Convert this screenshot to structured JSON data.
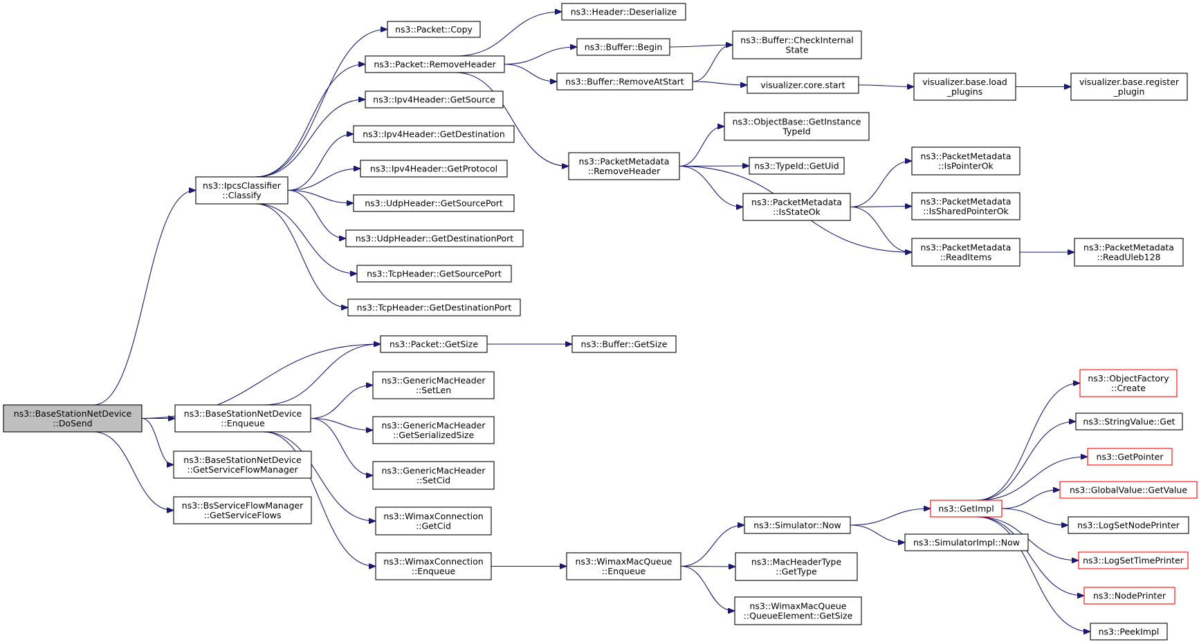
{
  "nodes": {
    "dosend": {
      "lines": [
        "ns3::BaseStationNetDevice",
        "::DoSend"
      ],
      "root": true
    },
    "classify": {
      "lines": [
        "ns3::IpcsClassifier",
        "::Classify"
      ]
    },
    "enqueue": {
      "lines": [
        "ns3::BaseStationNetDevice",
        "::Enqueue"
      ]
    },
    "getsfm": {
      "lines": [
        "ns3::BaseStationNetDevice",
        "::GetServiceFlowManager"
      ]
    },
    "getsflows": {
      "lines": [
        "ns3::BsServiceFlowManager",
        "::GetServiceFlows"
      ]
    },
    "pktcopy": {
      "lines": [
        "ns3::Packet::Copy"
      ]
    },
    "removeheader": {
      "lines": [
        "ns3::Packet::RemoveHeader"
      ]
    },
    "ipsrc": {
      "lines": [
        "ns3::Ipv4Header::GetSource"
      ]
    },
    "ipdst": {
      "lines": [
        "ns3::Ipv4Header::GetDestination"
      ]
    },
    "ipproto": {
      "lines": [
        "ns3::Ipv4Header::GetProtocol"
      ]
    },
    "udpsrc": {
      "lines": [
        "ns3::UdpHeader::GetSourcePort"
      ]
    },
    "udpdst": {
      "lines": [
        "ns3::UdpHeader::GetDestinationPort"
      ]
    },
    "tcpsrc": {
      "lines": [
        "ns3::TcpHeader::GetSourcePort"
      ]
    },
    "tcpdst": {
      "lines": [
        "ns3::TcpHeader::GetDestinationPort"
      ]
    },
    "pktsize": {
      "lines": [
        "ns3::Packet::GetSize"
      ]
    },
    "gmhsetlen": {
      "lines": [
        "ns3::GenericMacHeader",
        "::SetLen"
      ]
    },
    "gmhserial": {
      "lines": [
        "ns3::GenericMacHeader",
        "::GetSerializedSize"
      ]
    },
    "gmhsetcid": {
      "lines": [
        "ns3::GenericMacHeader",
        "::SetCid"
      ]
    },
    "wcgetcid": {
      "lines": [
        "ns3::WimaxConnection",
        "::GetCid"
      ]
    },
    "wcenqueue": {
      "lines": [
        "ns3::WimaxConnection",
        "::Enqueue"
      ]
    },
    "hdrdeser": {
      "lines": [
        "ns3::Header::Deserialize"
      ]
    },
    "bufbegin": {
      "lines": [
        "ns3::Buffer::Begin"
      ]
    },
    "bufremove": {
      "lines": [
        "ns3::Buffer::RemoveAtStart"
      ]
    },
    "pmremove": {
      "lines": [
        "ns3::PacketMetadata",
        "::RemoveHeader"
      ]
    },
    "bufgetsize": {
      "lines": [
        "ns3::Buffer::GetSize"
      ]
    },
    "wmqenqueue": {
      "lines": [
        "ns3::WimaxMacQueue",
        "::Enqueue"
      ]
    },
    "bufcheck": {
      "lines": [
        "ns3::Buffer::CheckInternal",
        "State"
      ]
    },
    "viscore": {
      "lines": [
        "visualizer.core.start"
      ]
    },
    "obgetinst": {
      "lines": [
        "ns3::ObjectBase::GetInstance",
        "TypeId"
      ]
    },
    "typeiduid": {
      "lines": [
        "ns3::TypeId::GetUid"
      ]
    },
    "pmisstate": {
      "lines": [
        "ns3::PacketMetadata",
        "::IsStateOk"
      ]
    },
    "simnow": {
      "lines": [
        "ns3::Simulator::Now"
      ]
    },
    "mhtgettype": {
      "lines": [
        "ns3::MacHeaderType",
        "::GetType"
      ]
    },
    "wmqqegetsize": {
      "lines": [
        "ns3::WimaxMacQueue",
        "::QueueElement::GetSize"
      ]
    },
    "visload": {
      "lines": [
        "visualizer.base.load",
        "_plugins"
      ]
    },
    "pmisptr": {
      "lines": [
        "ns3::PacketMetadata",
        "::IsPointerOk"
      ]
    },
    "pmisshared": {
      "lines": [
        "ns3::PacketMetadata",
        "::IsSharedPointerOk"
      ]
    },
    "pmreaditems": {
      "lines": [
        "ns3::PacketMetadata",
        "::ReadItems"
      ]
    },
    "getimpl": {
      "lines": [
        "ns3::GetImpl"
      ],
      "red": true
    },
    "simimplnow": {
      "lines": [
        "ns3::SimulatorImpl::Now"
      ]
    },
    "visreg": {
      "lines": [
        "visualizer.base.register",
        "_plugin"
      ]
    },
    "pmuleb": {
      "lines": [
        "ns3::PacketMetadata",
        "::ReadUleb128"
      ]
    },
    "ofcreate": {
      "lines": [
        "ns3::ObjectFactory",
        "::Create"
      ],
      "red": true
    },
    "strget": {
      "lines": [
        "ns3::StringValue::Get"
      ]
    },
    "getptr": {
      "lines": [
        "ns3::GetPointer"
      ],
      "red": true
    },
    "gvget": {
      "lines": [
        "ns3::GlobalValue::GetValue"
      ],
      "red": true
    },
    "lognode": {
      "lines": [
        "ns3::LogSetNodePrinter"
      ]
    },
    "logtime": {
      "lines": [
        "ns3::LogSetTimePrinter"
      ],
      "red": true
    },
    "nodeprinter": {
      "lines": [
        "ns3::NodePrinter"
      ],
      "red": true
    },
    "peekimpl": {
      "lines": [
        "ns3::PeekImpl"
      ]
    }
  },
  "edges": [
    [
      "dosend",
      "classify"
    ],
    [
      "dosend",
      "pktsize"
    ],
    [
      "dosend",
      "enqueue"
    ],
    [
      "dosend",
      "getsfm"
    ],
    [
      "dosend",
      "getsflows"
    ],
    [
      "classify",
      "pktcopy"
    ],
    [
      "classify",
      "removeheader"
    ],
    [
      "classify",
      "ipsrc"
    ],
    [
      "classify",
      "ipdst"
    ],
    [
      "classify",
      "ipproto"
    ],
    [
      "classify",
      "udpsrc"
    ],
    [
      "classify",
      "udpdst"
    ],
    [
      "classify",
      "tcpsrc"
    ],
    [
      "classify",
      "tcpdst"
    ],
    [
      "removeheader",
      "hdrdeser"
    ],
    [
      "removeheader",
      "bufbegin"
    ],
    [
      "removeheader",
      "bufremove"
    ],
    [
      "removeheader",
      "pmremove"
    ],
    [
      "bufbegin",
      "bufcheck"
    ],
    [
      "bufremove",
      "bufcheck"
    ],
    [
      "bufremove",
      "viscore"
    ],
    [
      "viscore",
      "visload"
    ],
    [
      "visload",
      "visreg"
    ],
    [
      "pmremove",
      "obgetinst"
    ],
    [
      "pmremove",
      "typeiduid"
    ],
    [
      "pmremove",
      "pmisstate"
    ],
    [
      "pmremove",
      "pmreaditems"
    ],
    [
      "pmisstate",
      "pmisptr"
    ],
    [
      "pmisstate",
      "pmisshared"
    ],
    [
      "pmisstate",
      "pmreaditems"
    ],
    [
      "pmreaditems",
      "pmuleb"
    ],
    [
      "enqueue",
      "pktsize"
    ],
    [
      "enqueue",
      "gmhsetlen"
    ],
    [
      "enqueue",
      "gmhserial"
    ],
    [
      "enqueue",
      "gmhsetcid"
    ],
    [
      "enqueue",
      "wcgetcid"
    ],
    [
      "enqueue",
      "wcenqueue"
    ],
    [
      "pktsize",
      "bufgetsize"
    ],
    [
      "wcenqueue",
      "wmqenqueue"
    ],
    [
      "wmqenqueue",
      "simnow"
    ],
    [
      "wmqenqueue",
      "mhtgettype"
    ],
    [
      "wmqenqueue",
      "wmqqegetsize"
    ],
    [
      "simnow",
      "getimpl"
    ],
    [
      "simnow",
      "simimplnow"
    ],
    [
      "getimpl",
      "ofcreate"
    ],
    [
      "getimpl",
      "strget"
    ],
    [
      "getimpl",
      "getptr"
    ],
    [
      "getimpl",
      "gvget"
    ],
    [
      "getimpl",
      "lognode"
    ],
    [
      "getimpl",
      "logtime"
    ],
    [
      "getimpl",
      "nodeprinter"
    ],
    [
      "getimpl",
      "peekimpl"
    ]
  ]
}
